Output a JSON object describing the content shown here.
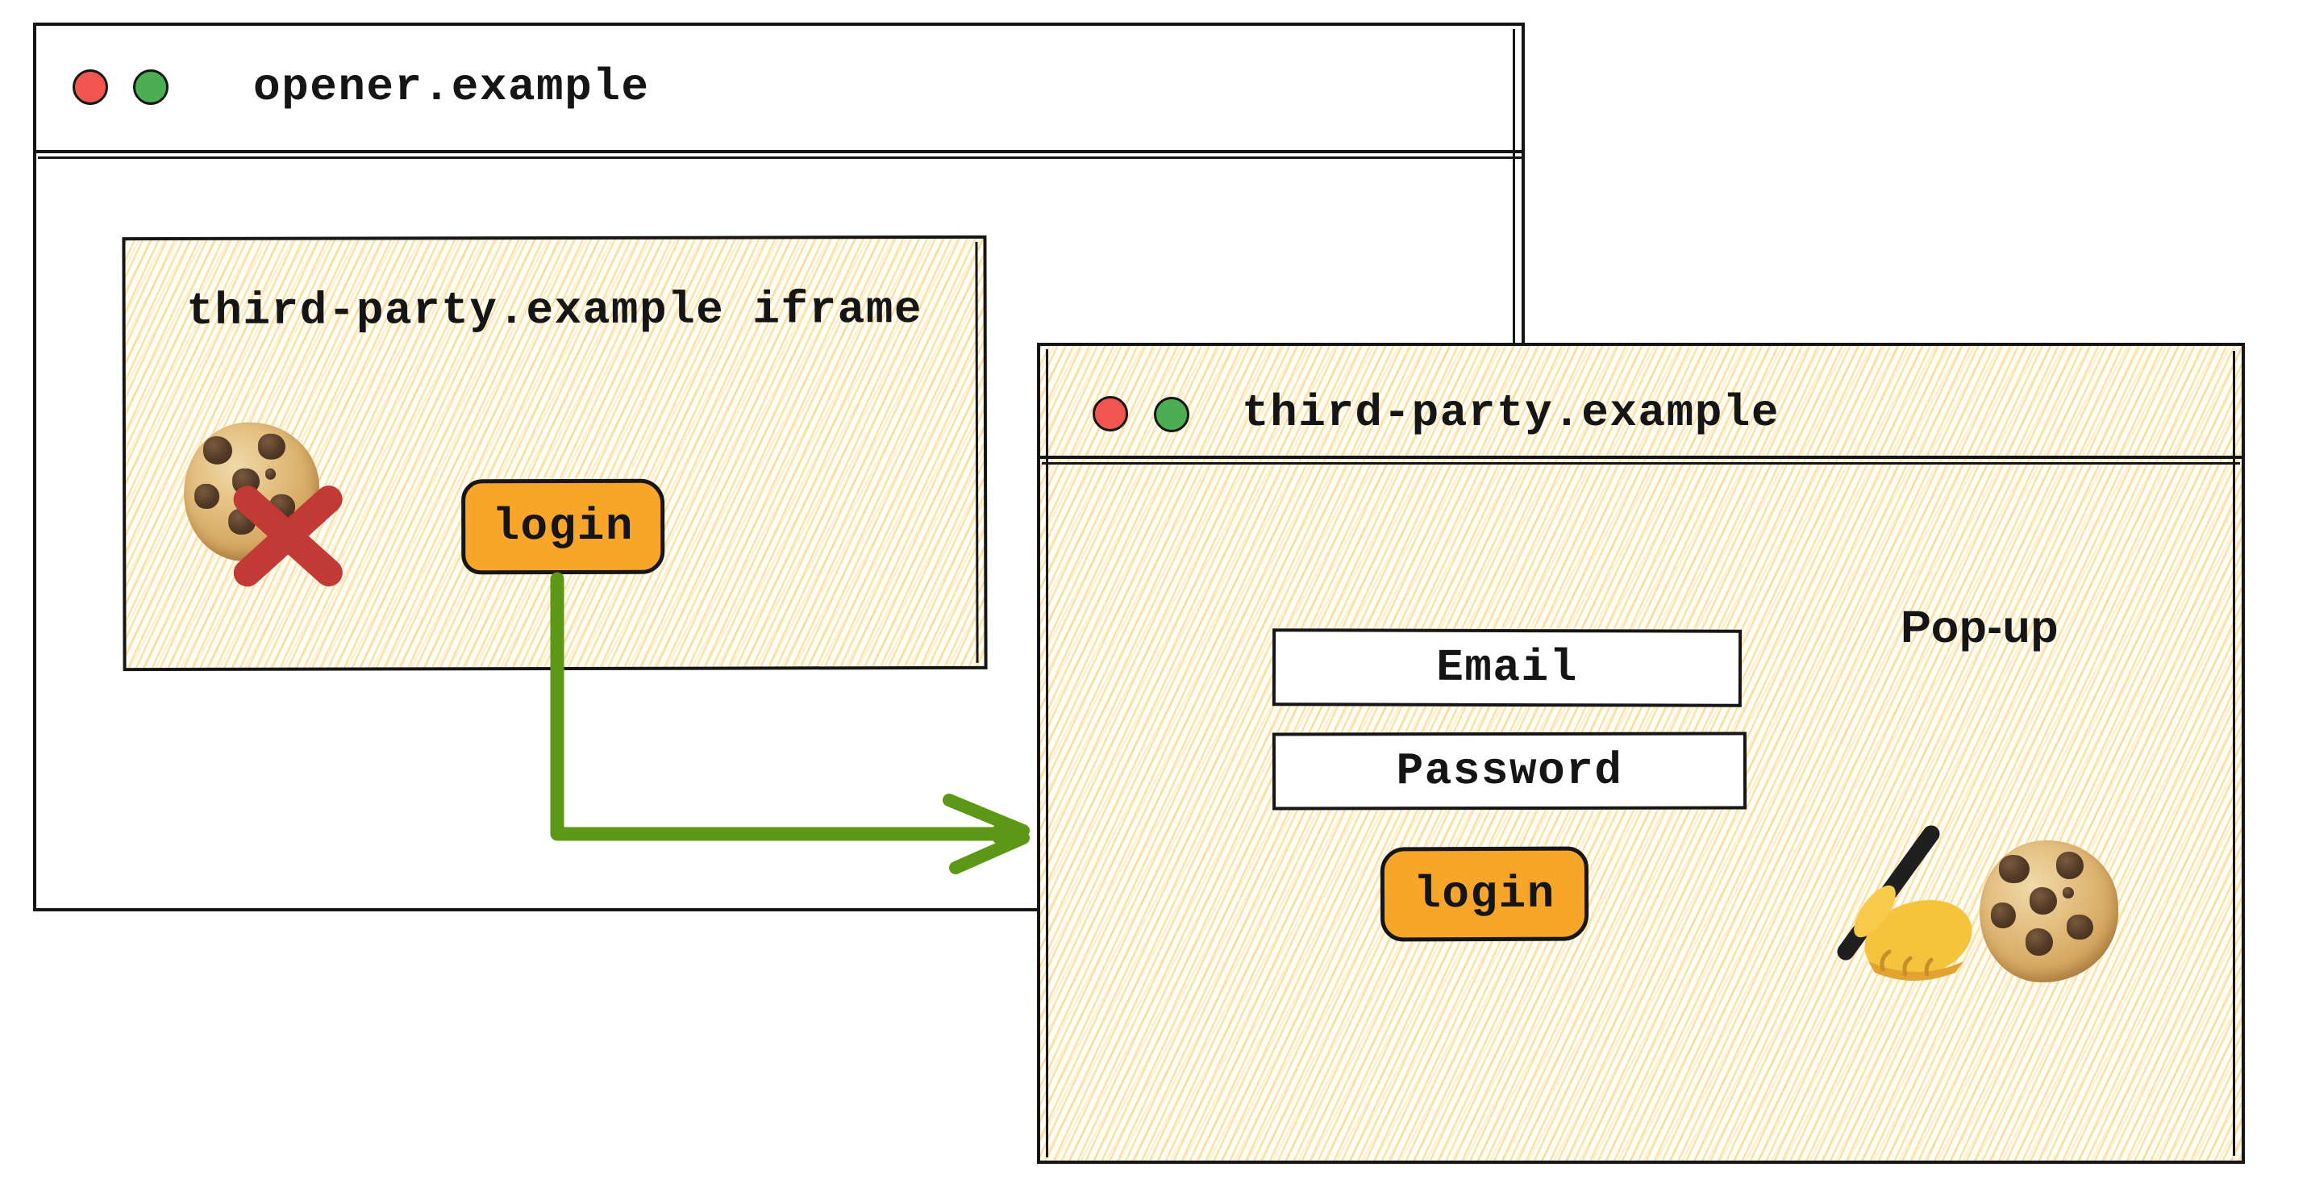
{
  "colors": {
    "accent_orange": "#F8A62A",
    "arrow_green": "#5C9815",
    "cross_red": "#C23A36",
    "traffic_red": "#F0564F",
    "traffic_green": "#4CAE52",
    "ink": "#161616",
    "hatch_line": "#F6C764"
  },
  "opener_window": {
    "title": "opener.example",
    "traffic_lights": [
      {
        "name": "red",
        "color": "#F0564F"
      },
      {
        "name": "green",
        "color": "#4CAE52"
      }
    ],
    "iframe": {
      "title": "third-party.example iframe",
      "icons": [
        "cookie-icon",
        "blocked-cross-icon"
      ],
      "login_button_label": "login"
    }
  },
  "popup_window": {
    "title": "third-party.example",
    "window_label": "Pop-up",
    "traffic_lights": [
      {
        "name": "red",
        "color": "#F0564F"
      },
      {
        "name": "green",
        "color": "#4CAE52"
      }
    ],
    "form": {
      "email_placeholder": "Email",
      "password_placeholder": "Password",
      "login_button_label": "login"
    },
    "icons": [
      "writing-hand-icon",
      "cookie-icon"
    ]
  },
  "arrow": {
    "name": "login-opens-popup-arrow",
    "color": "#5C9815"
  }
}
